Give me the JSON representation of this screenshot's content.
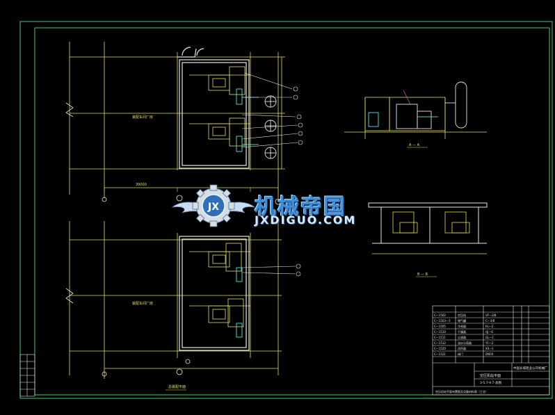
{
  "drawing": {
    "background_color": "#000000",
    "frame_color": "#2fd66b",
    "line_color_yellow": "#e6e04a",
    "line_color_white": "#e8e8e8",
    "line_color_cyan": "#3ad9d9",
    "line_color_magenta": "#d04ad0",
    "label_top_room": "装配车间厂房",
    "label_bottom_room": "装配车间厂房",
    "label_bottom_plan_title": "总装配平面",
    "dim_top": "39000",
    "section_label_1": "A — A",
    "section_label_2": "B — B"
  },
  "watermark": {
    "emblem_letters": "JX",
    "title": "机械帝国",
    "subtitle": "JXDIGUO.COM",
    "color": "#3f8fd8"
  },
  "title_block": {
    "project": "中国长城铝业公司机械厂",
    "drawing_name": "空压机站平面",
    "drawing_no": "3-5.7-9.7-总图",
    "bottom_note": "空压机站平面布置图及设备材料表（工艺）",
    "rows": [
      {
        "item": "C—1502",
        "name": "空压机",
        "spec": "VF—3/8"
      },
      {
        "item": "C—1503—3",
        "name": "储气罐",
        "spec": "C—3/8"
      },
      {
        "item": "C—1505",
        "name": "冷却器",
        "spec": "KL—2"
      },
      {
        "item": "C—1510",
        "name": "干燥器",
        "spec": "QJ—6"
      },
      {
        "item": "C—1511",
        "name": "过滤器",
        "spec": "GL—1"
      },
      {
        "item": "C—1512",
        "name": "油水分离器",
        "spec": "YF—2"
      },
      {
        "item": "C—1520",
        "name": "消声器",
        "spec": "XS—1"
      },
      {
        "item": "C—1521",
        "name": "阀门",
        "spec": "DN50"
      }
    ]
  }
}
